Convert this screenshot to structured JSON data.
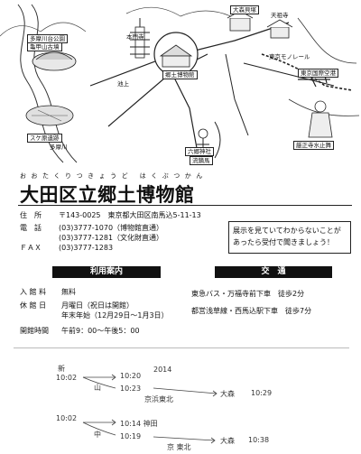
{
  "map": {
    "labels": {
      "tamagawa_park": "多摩川台公園",
      "kamenoko_tomb": "亀甲山古墳",
      "honmonji": "本門寺",
      "ikegami": "池上",
      "omori_shell": "大森貝塚",
      "tenso_temple": "天祖寺",
      "museum": "郷土博物館",
      "sukegaya": "スケ原遺跡",
      "rokugo_shrine": "六郷神社",
      "yabusame": "流鏑馬",
      "gonsho_temple": "厳正寺水止舞",
      "haneda": "東京国際空港",
      "monorail": "東京モノレール",
      "rokugo_river": "多摩川"
    }
  },
  "museum": {
    "title_ruby": "おおたくりつきょうど はくぶつかん",
    "title": "大田区立郷土博物館",
    "address_label": "住　所",
    "address_value": "〒143-0025　東京都大田区南馬込5-11-13",
    "phone_label": "電　話",
    "phone_1": "(03)3777-1070（博物館直通）",
    "phone_2": "(03)3777-1281（文化財直通）",
    "fax_label": "ＦＡＸ",
    "fax_value": "(03)3777-1283",
    "notice_1": "展示を見ていてわからないことが",
    "notice_2": "あったら受付で聞きましょう！"
  },
  "guide": {
    "header": "利用案内",
    "fee_label": "入 館 料",
    "fee_value": "無料",
    "closed_label": "休 館 日",
    "closed_value_1": "月曜日（祝日は開館）",
    "closed_value_2": "年末年始（12月29日〜1月3日）",
    "hours_label": "開館時間",
    "hours_value": "午前9：00〜午後5：00"
  },
  "access": {
    "header": "交　通",
    "route_1": "東急バス・万福寺前下車　徒歩2分",
    "route_2": "都営浅草線・西馬込駅下車　徒歩7分"
  },
  "handwritten": {
    "h_date_top": "2014",
    "h_row1_a": "10:02",
    "h_row1_mid": "10:20",
    "h_row1_small": "山",
    "h_row1_b": "10:23",
    "h_row1_c": "京浜東北",
    "h_row1_d": "大森",
    "h_row1_e": "10:29",
    "h_head": "新",
    "h_row2_a": "10:02",
    "h_row2_mid": "10:14 神田",
    "h_row2_small": "中",
    "h_row2_b": "10:19",
    "h_row2_c": "京 東北",
    "h_row2_d": "大森",
    "h_row2_e": "10:38"
  }
}
